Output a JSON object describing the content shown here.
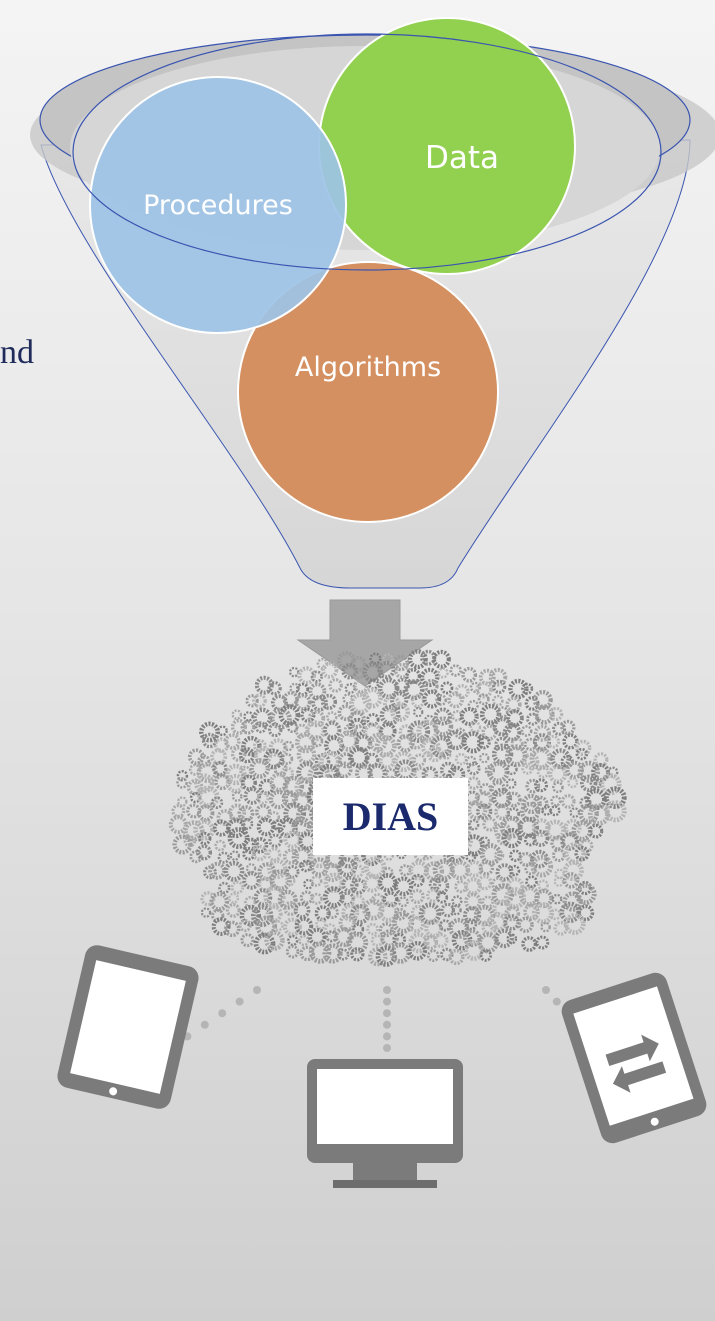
{
  "side_text": "nd",
  "funnel": {
    "items": [
      {
        "label": "Procedures",
        "color": "#9dc3e6"
      },
      {
        "label": "Data",
        "color": "#92d050"
      },
      {
        "label": "Algorithms",
        "color": "#d49060"
      }
    ],
    "outline_color": "#3a55b0"
  },
  "platform": {
    "label": "DIAS",
    "label_color": "#1a2a6c"
  },
  "devices": [
    "tablet-icon",
    "desktop-monitor-icon",
    "tablet-transfer-icon"
  ]
}
